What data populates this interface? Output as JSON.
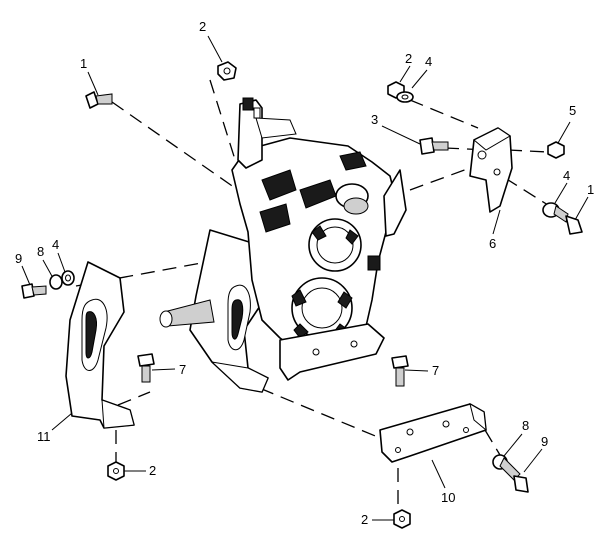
{
  "callouts": {
    "c1a": "1",
    "c2a": "2",
    "c2b": "2",
    "c4a": "4",
    "c3": "3",
    "c5": "5",
    "c4b": "4",
    "c1b": "1",
    "c6": "6",
    "c9a": "9",
    "c8a": "8",
    "c4c": "4",
    "c7a": "7",
    "c7b": "7",
    "c11": "11",
    "c2c": "2",
    "c8b": "8",
    "c9b": "9",
    "c10": "10",
    "c2d": "2"
  }
}
